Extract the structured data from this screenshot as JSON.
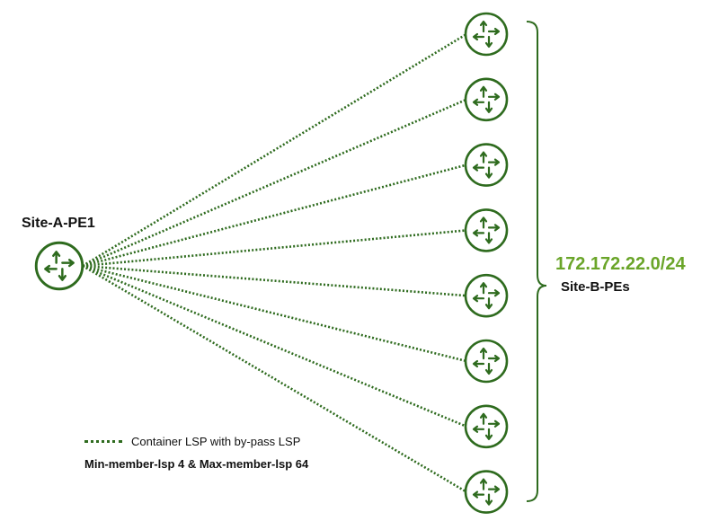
{
  "source": {
    "label": "Site-A-PE1",
    "icon": "router-icon"
  },
  "destinations": {
    "subnet": "172.172.22.0/24",
    "label": "Site-B-PEs",
    "count": 8,
    "icon": "router-icon"
  },
  "legend": {
    "line_text": "Container LSP with by-pass LSP",
    "note": "Min-member-lsp 4  & Max-member-lsp 64"
  },
  "colors": {
    "router": "#2e6b1e",
    "link": "#2e6b1e",
    "bracket": "#2e6b1e",
    "subnet": "#6aa529"
  }
}
